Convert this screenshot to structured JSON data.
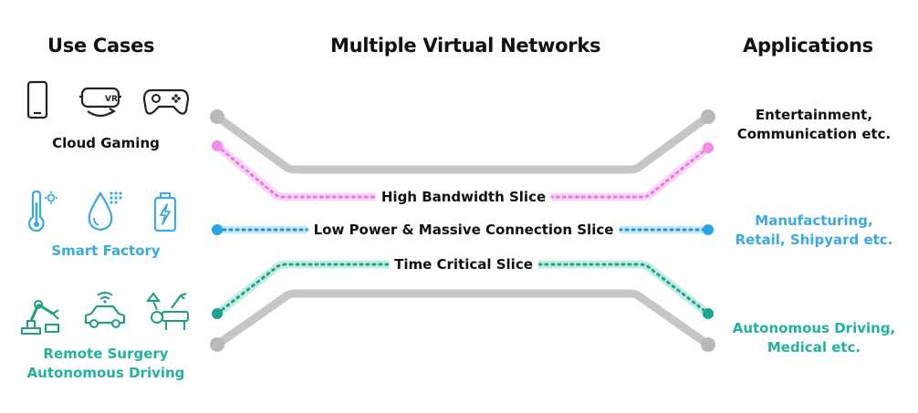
{
  "headers": {
    "use_cases": "Use Cases",
    "networks": "Multiple Virtual Networks",
    "applications": "Applications"
  },
  "use_cases": [
    {
      "label": "Cloud Gaming",
      "color": "#111111",
      "icons": [
        "smartphone-icon",
        "vr-headset-icon",
        "gamepad-icon"
      ]
    },
    {
      "label": "Smart Factory",
      "color": "#3aa9e6",
      "icons": [
        "thermometer-icon",
        "water-drop-icon",
        "battery-icon"
      ]
    },
    {
      "label_line1": "Remote Surgery",
      "label_line2": "Autonomous Driving",
      "color": "#22b39a",
      "icons": [
        "robot-arm-icon",
        "connected-car-icon",
        "surgery-equipment-icon"
      ]
    }
  ],
  "slices": [
    {
      "label": "High Bandwidth Slice",
      "color": "#f28ce6"
    },
    {
      "label": "Low Power & Massive Connection Slice",
      "color": "#27a4e3"
    },
    {
      "label": "Time Critical Slice",
      "color": "#1aa58e"
    }
  ],
  "applications": [
    {
      "line1": "Entertainment,",
      "line2": "Communication etc.",
      "color": "#111111"
    },
    {
      "line1": "Manufacturing,",
      "line2": "Retail, Shipyard etc.",
      "color": "#3aa9e6"
    },
    {
      "line1": "Autonomous Driving,",
      "line2": "Medical etc.",
      "color": "#22b39a"
    }
  ],
  "colors": {
    "network_boundary": "#c6c6c6",
    "icon_dark": "#222222",
    "icon_blue": "#3aa9e6",
    "icon_green": "#1f9e88"
  }
}
